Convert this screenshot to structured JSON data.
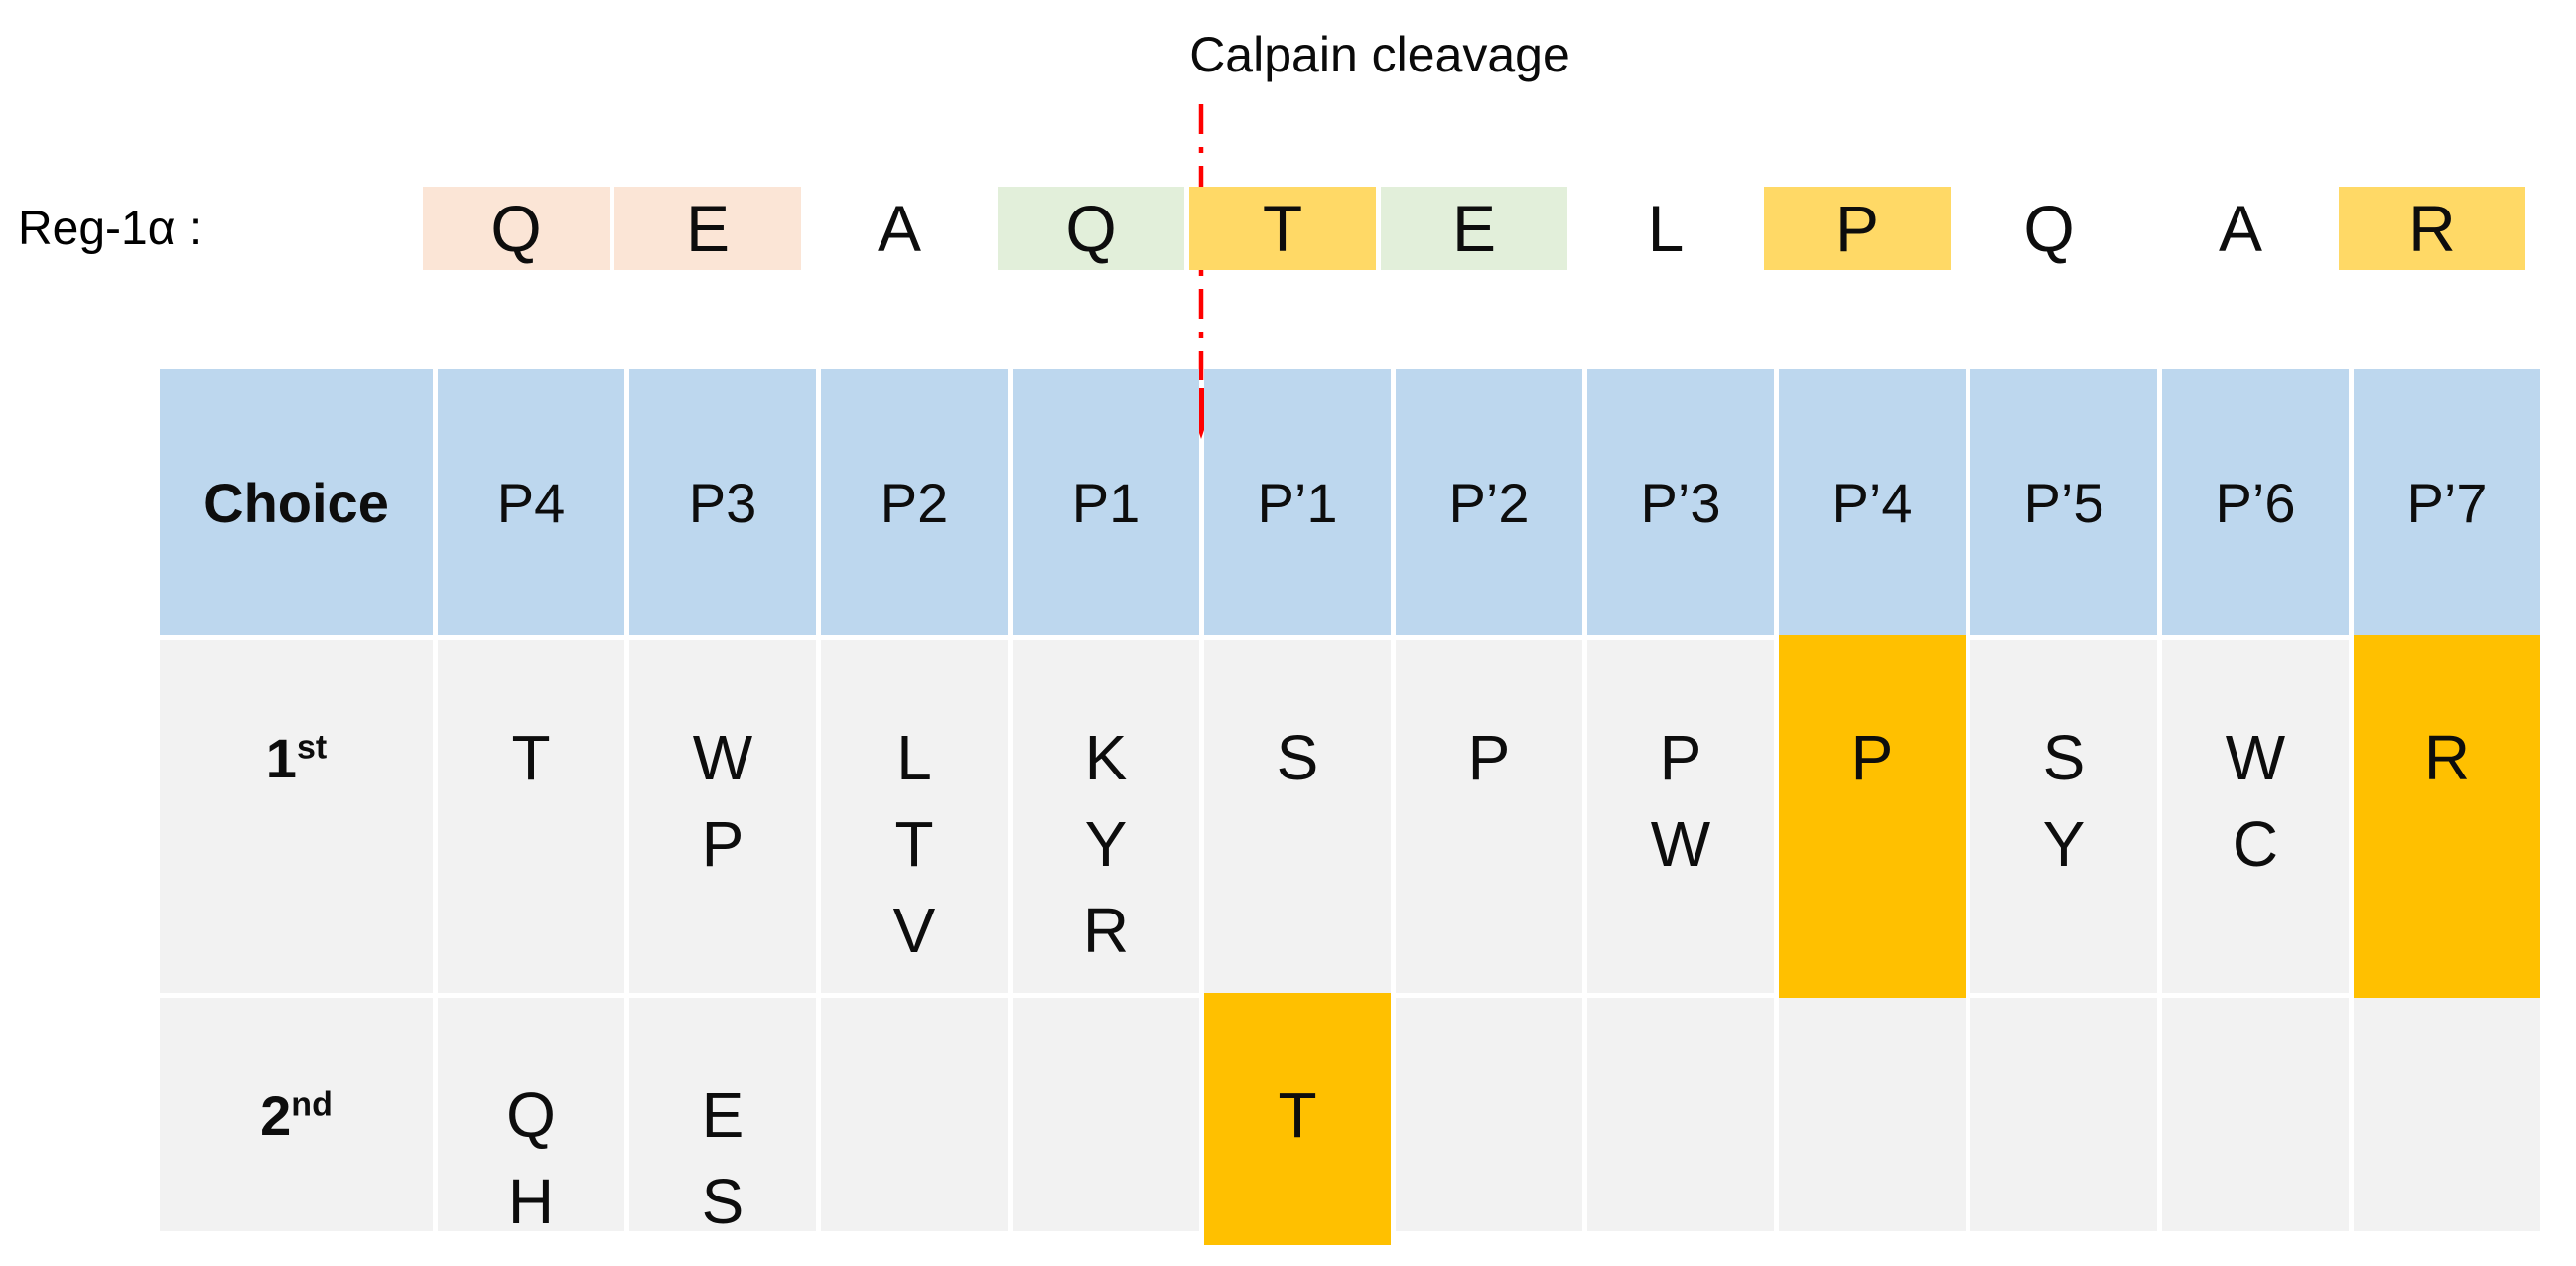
{
  "title": "Calpain cleavage",
  "sequence": {
    "label": "Reg-1α :",
    "residues": [
      {
        "letter": "Q",
        "highlight": "peach"
      },
      {
        "letter": "E",
        "highlight": "peach"
      },
      {
        "letter": "A",
        "highlight": "none"
      },
      {
        "letter": "Q",
        "highlight": "green"
      },
      {
        "letter": "T",
        "highlight": "amber"
      },
      {
        "letter": "E",
        "highlight": "green"
      },
      {
        "letter": "L",
        "highlight": "none"
      },
      {
        "letter": "P",
        "highlight": "amber"
      },
      {
        "letter": "Q",
        "highlight": "none"
      },
      {
        "letter": "A",
        "highlight": "none"
      },
      {
        "letter": "R",
        "highlight": "amber"
      }
    ]
  },
  "table": {
    "header": [
      "Choice",
      "P4",
      "P3",
      "P2",
      "P1",
      "P’1",
      "P’2",
      "P’3",
      "P’4",
      "P’5",
      "P’6",
      "P’7"
    ],
    "rows": [
      {
        "label": "1",
        "sup": "st",
        "cells": [
          [
            "T"
          ],
          [
            "W",
            "P"
          ],
          [
            "L",
            "T",
            "V"
          ],
          [
            "K",
            "Y",
            "R"
          ],
          [
            "S"
          ],
          [
            "P"
          ],
          [
            "P",
            "W"
          ],
          [
            "P"
          ],
          [
            "S",
            "Y"
          ],
          [
            "W",
            "C"
          ],
          [
            "R"
          ]
        ],
        "orange_columns": [
          "P’4",
          "P’7"
        ]
      },
      {
        "label": "2",
        "sup": "nd",
        "cells": [
          [
            "Q",
            "H"
          ],
          [
            "E",
            "S"
          ],
          [],
          [],
          [
            "T"
          ],
          [],
          [],
          [],
          [],
          [],
          []
        ],
        "orange_columns": [
          "P’1"
        ]
      }
    ]
  },
  "colors": {
    "header_blue": "#BDD7EE",
    "row_gray": "#F2F2F2",
    "table_orange": "#FFC000",
    "sequence_amber": "#FFD966",
    "sequence_peach": "#FBE5D6",
    "sequence_green": "#E2EFDA",
    "arrow_red": "#FF0000"
  }
}
